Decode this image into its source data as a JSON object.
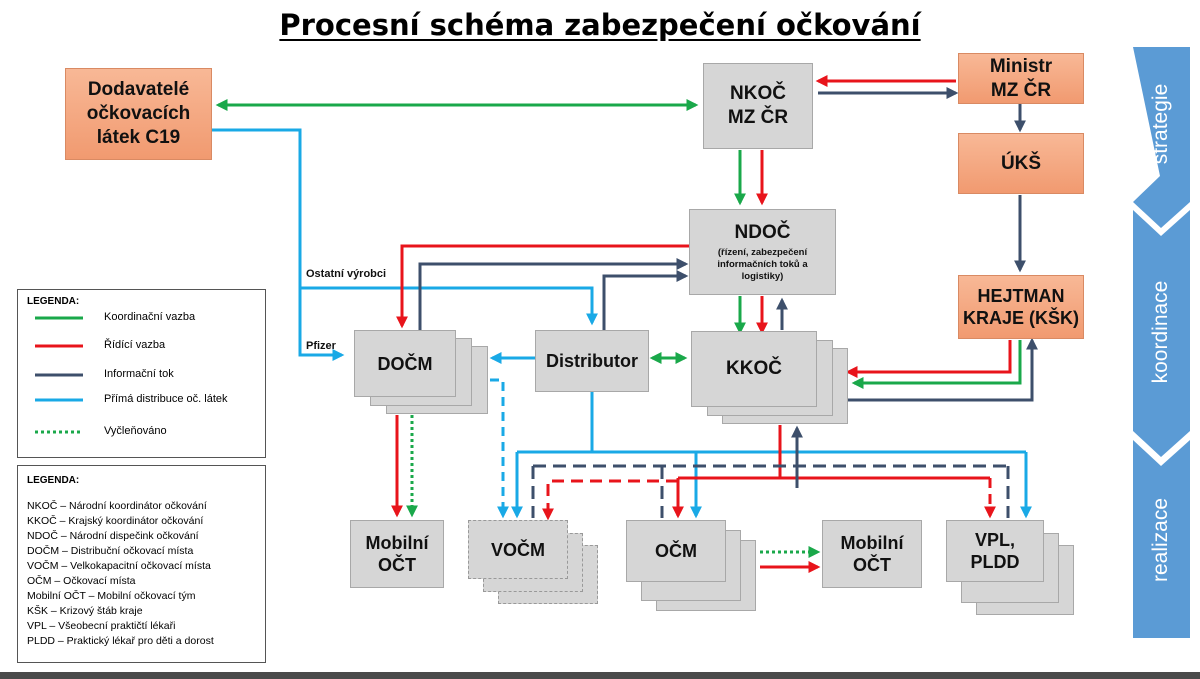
{
  "title": "Procesní schéma zabezpečení očkování",
  "nodes": {
    "dodavatele": [
      "Dodavatelé",
      "očkovacích",
      "látek C19"
    ],
    "nkoc": [
      "NKOČ",
      "MZ ČR"
    ],
    "ministr": [
      "Ministr",
      "MZ ČR"
    ],
    "uks": "ÚKŠ",
    "ndoc_title": "NDOČ",
    "ndoc_sub": "(řízení, zabezpečení informačních toků a logistiky)",
    "hejtman": [
      "HEJTMAN",
      "KRAJE (KŠK)"
    ],
    "docm": "DOČM",
    "distributor": "Distributor",
    "kkoc": "KKOČ",
    "mobilni_1": [
      "Mobilní",
      "OČT"
    ],
    "vocm": "VOČM",
    "ocm": "OČM",
    "mobilni_2": [
      "Mobilní",
      "OČT"
    ],
    "vpl": [
      "VPL,",
      "PLDD"
    ]
  },
  "labels": {
    "ostatni": "Ostatní výrobci",
    "pfizer": "Pfizer"
  },
  "phases": [
    "strategie",
    "koordinace",
    "realizace"
  ],
  "legend1": {
    "title": "LEGENDA:",
    "items": [
      {
        "label": "Koordinační vazba",
        "color": "#1aa84a",
        "style": "solid"
      },
      {
        "label": "Řídící vazba",
        "color": "#e8141b",
        "style": "solid"
      },
      {
        "label": "Informační tok",
        "color": "#3d4f6b",
        "style": "solid"
      },
      {
        "label": "Přímá distribuce oč. látek",
        "color": "#19a9e6",
        "style": "solid"
      },
      {
        "label": "Vyčleňováno",
        "color": "#1aa84a",
        "style": "dotted"
      }
    ]
  },
  "legend2": {
    "title": "LEGENDA:",
    "items": [
      "NKOČ – Národní koordinátor očkování",
      "KKOČ – Krajský koordinátor očkování",
      "NDOČ – Národní dispečink očkování",
      "DOČM – Distribuční očkovací místa",
      "VOČM – Velkokapacitní očkovací místa",
      "OČM – Očkovací místa",
      "Mobilní OČT – Mobilní očkovací tým",
      "KŠK – Krizový štáb kraje",
      "VPL – Všeobecní praktičtí lékaři",
      "PLDD – Praktický lékař pro děti a dorost"
    ]
  },
  "colors": {
    "green": "#1aa84a",
    "red": "#e8141b",
    "navy": "#3d4f6b",
    "blue": "#19a9e6",
    "orange": "#f4a582",
    "grey": "#d6d6d6",
    "chevron": "#5b9bd5"
  }
}
